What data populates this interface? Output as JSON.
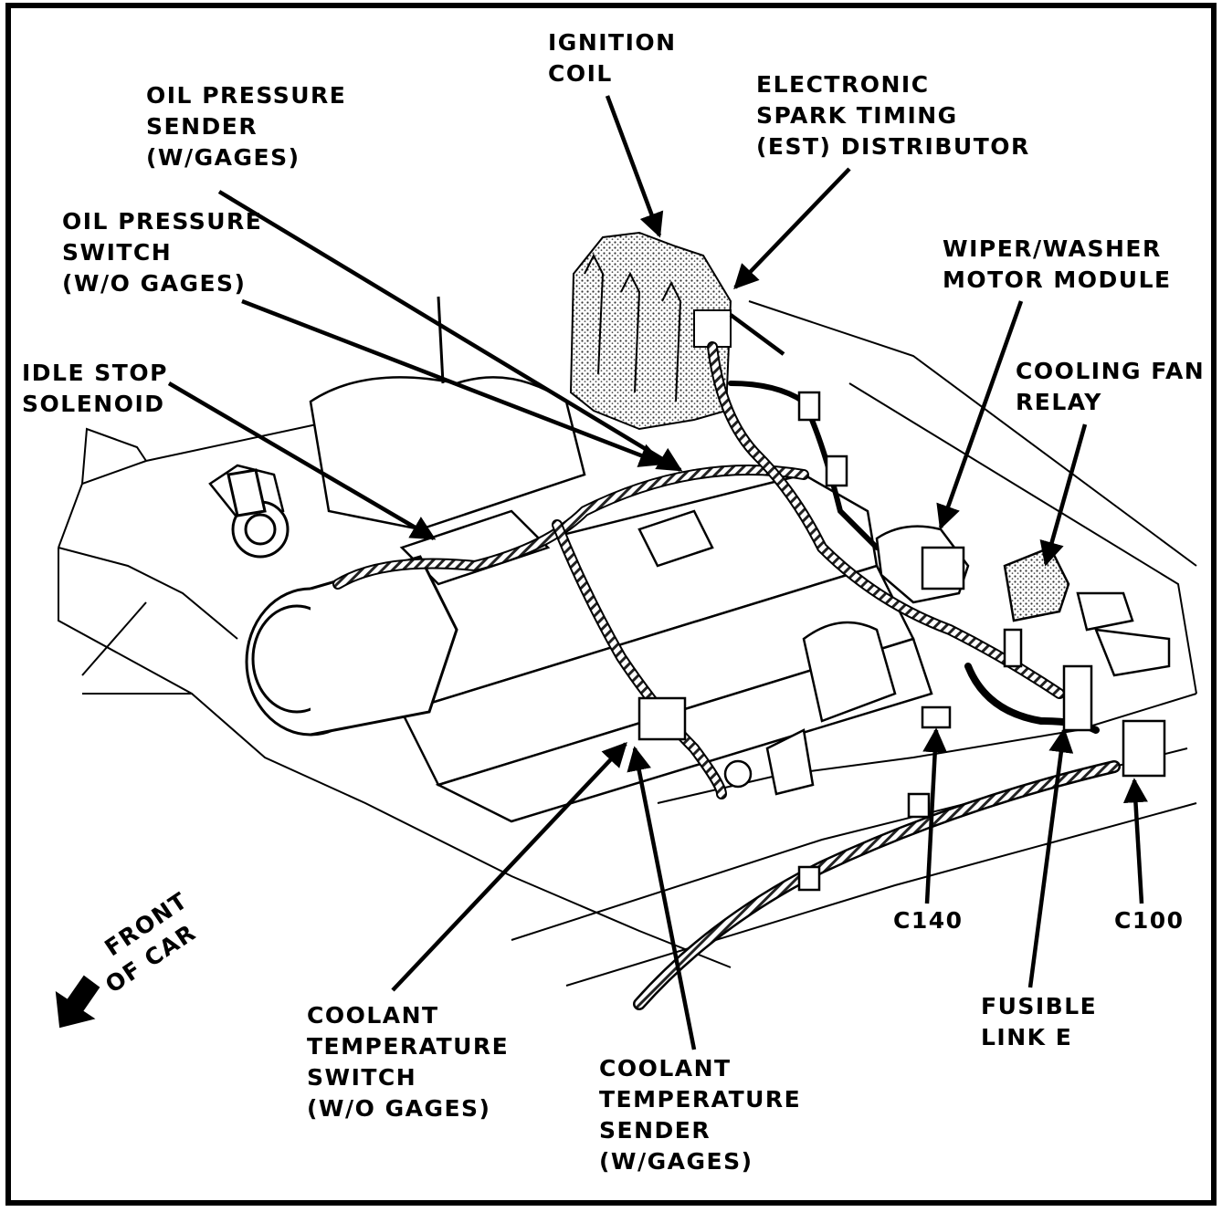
{
  "labels": {
    "ignition_coil": [
      "IGNITION",
      "COIL"
    ],
    "est_distributor": [
      "ELECTRONIC",
      "SPARK TIMING",
      "(EST) DISTRIBUTOR"
    ],
    "oil_pressure_sender": [
      "OIL PRESSURE",
      "SENDER",
      "(W/GAGES)"
    ],
    "oil_pressure_switch": [
      "OIL PRESSURE",
      "SWITCH",
      "(W/O GAGES)"
    ],
    "idle_stop_solenoid": [
      "IDLE STOP",
      "SOLENOID"
    ],
    "wiper_washer_module": [
      "WIPER/WASHER",
      "MOTOR MODULE"
    ],
    "cooling_fan_relay": [
      "COOLING FAN",
      "RELAY"
    ],
    "c140": [
      "C140"
    ],
    "c100": [
      "C100"
    ],
    "fusible_link_e": [
      "FUSIBLE",
      "LINK E"
    ],
    "coolant_temp_switch": [
      "COOLANT",
      "TEMPERATURE",
      "SWITCH",
      "(W/O GAGES)"
    ],
    "coolant_temp_sender": [
      "COOLANT",
      "TEMPERATURE",
      "SENDER",
      "(W/GAGES)"
    ],
    "front_of_car": [
      "FRONT",
      "OF CAR"
    ]
  },
  "colors": {
    "ink": "#000000",
    "paper": "#ffffff",
    "shade": "#555555"
  },
  "icons": {
    "front_arrow": "arrow-down-left-icon"
  }
}
